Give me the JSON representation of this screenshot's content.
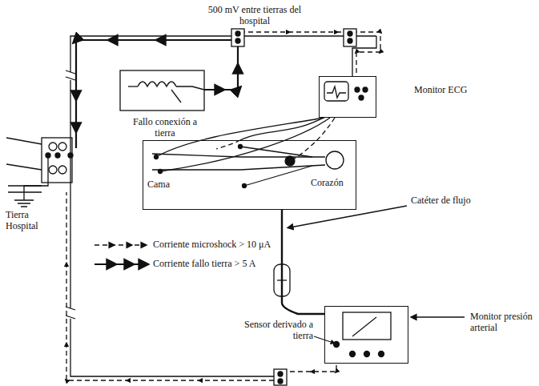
{
  "diagram": {
    "nodes": [
      {
        "text": [
          "Monitor ECG"
        ]
      },
      {
        "text": [
          "Cama"
        ]
      },
      {
        "text": [
          "Monitor presión arterial"
        ]
      }
    ],
    "edges": [
      {
        "from": 0,
        "to": 1,
        "arrow": "none"
      },
      {
        "from": 1,
        "to": 2,
        "arrow": "none"
      }
    ],
    "labels": [
      "500 mV entre tierras del hospital",
      "Fallo conexión a tierra",
      "Tierra Hospital",
      "Corazón",
      "Catéter de flujo",
      "Sensor derivado a tierra"
    ],
    "legend": [
      {
        "text": "Corriente microshock > 10 μA"
      },
      {
        "text": "Corriente fallo tierra > 5 A"
      }
    ]
  }
}
